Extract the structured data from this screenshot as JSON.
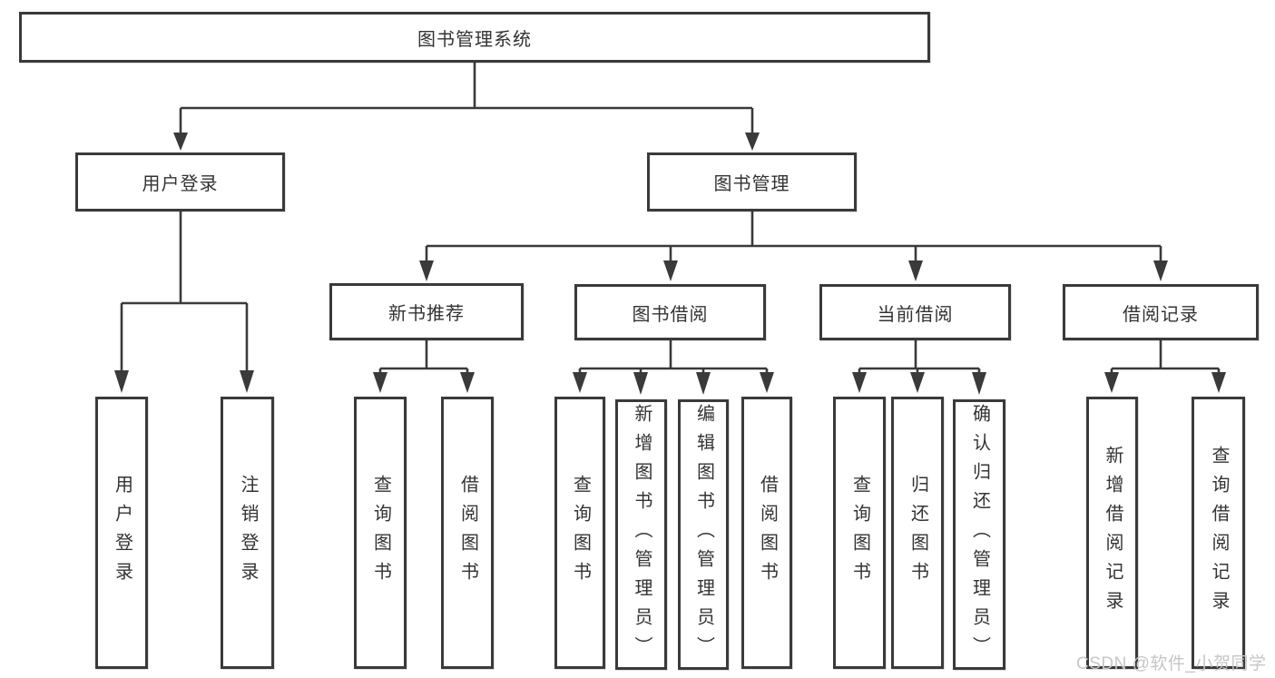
{
  "tree": {
    "root": {
      "label": "图书管理系统"
    },
    "branches": [
      {
        "label": "用户登录",
        "children": [
          {
            "label": "用户登录"
          },
          {
            "label": "注销登录"
          }
        ]
      },
      {
        "label": "图书管理",
        "children": [
          {
            "label": "新书推荐",
            "children": [
              {
                "label": "查询图书"
              },
              {
                "label": "借阅图书"
              }
            ]
          },
          {
            "label": "图书借阅",
            "children": [
              {
                "label": "查询图书"
              },
              {
                "label": "新增图书（管理员）"
              },
              {
                "label": "编辑图书（管理员）"
              },
              {
                "label": "借阅图书"
              }
            ]
          },
          {
            "label": "当前借阅",
            "children": [
              {
                "label": "查询图书"
              },
              {
                "label": "归还图书"
              },
              {
                "label": "确认归还（管理员）"
              }
            ]
          },
          {
            "label": "借阅记录",
            "children": [
              {
                "label": "新增借阅记录"
              },
              {
                "label": "查询借阅记录"
              }
            ]
          }
        ]
      }
    ]
  },
  "watermark": "CSDN @软件_小贺同学",
  "colors": {
    "line": "#3a3a3a",
    "text": "#333333",
    "background": "#ffffff",
    "watermark": "#c6c6c6"
  }
}
